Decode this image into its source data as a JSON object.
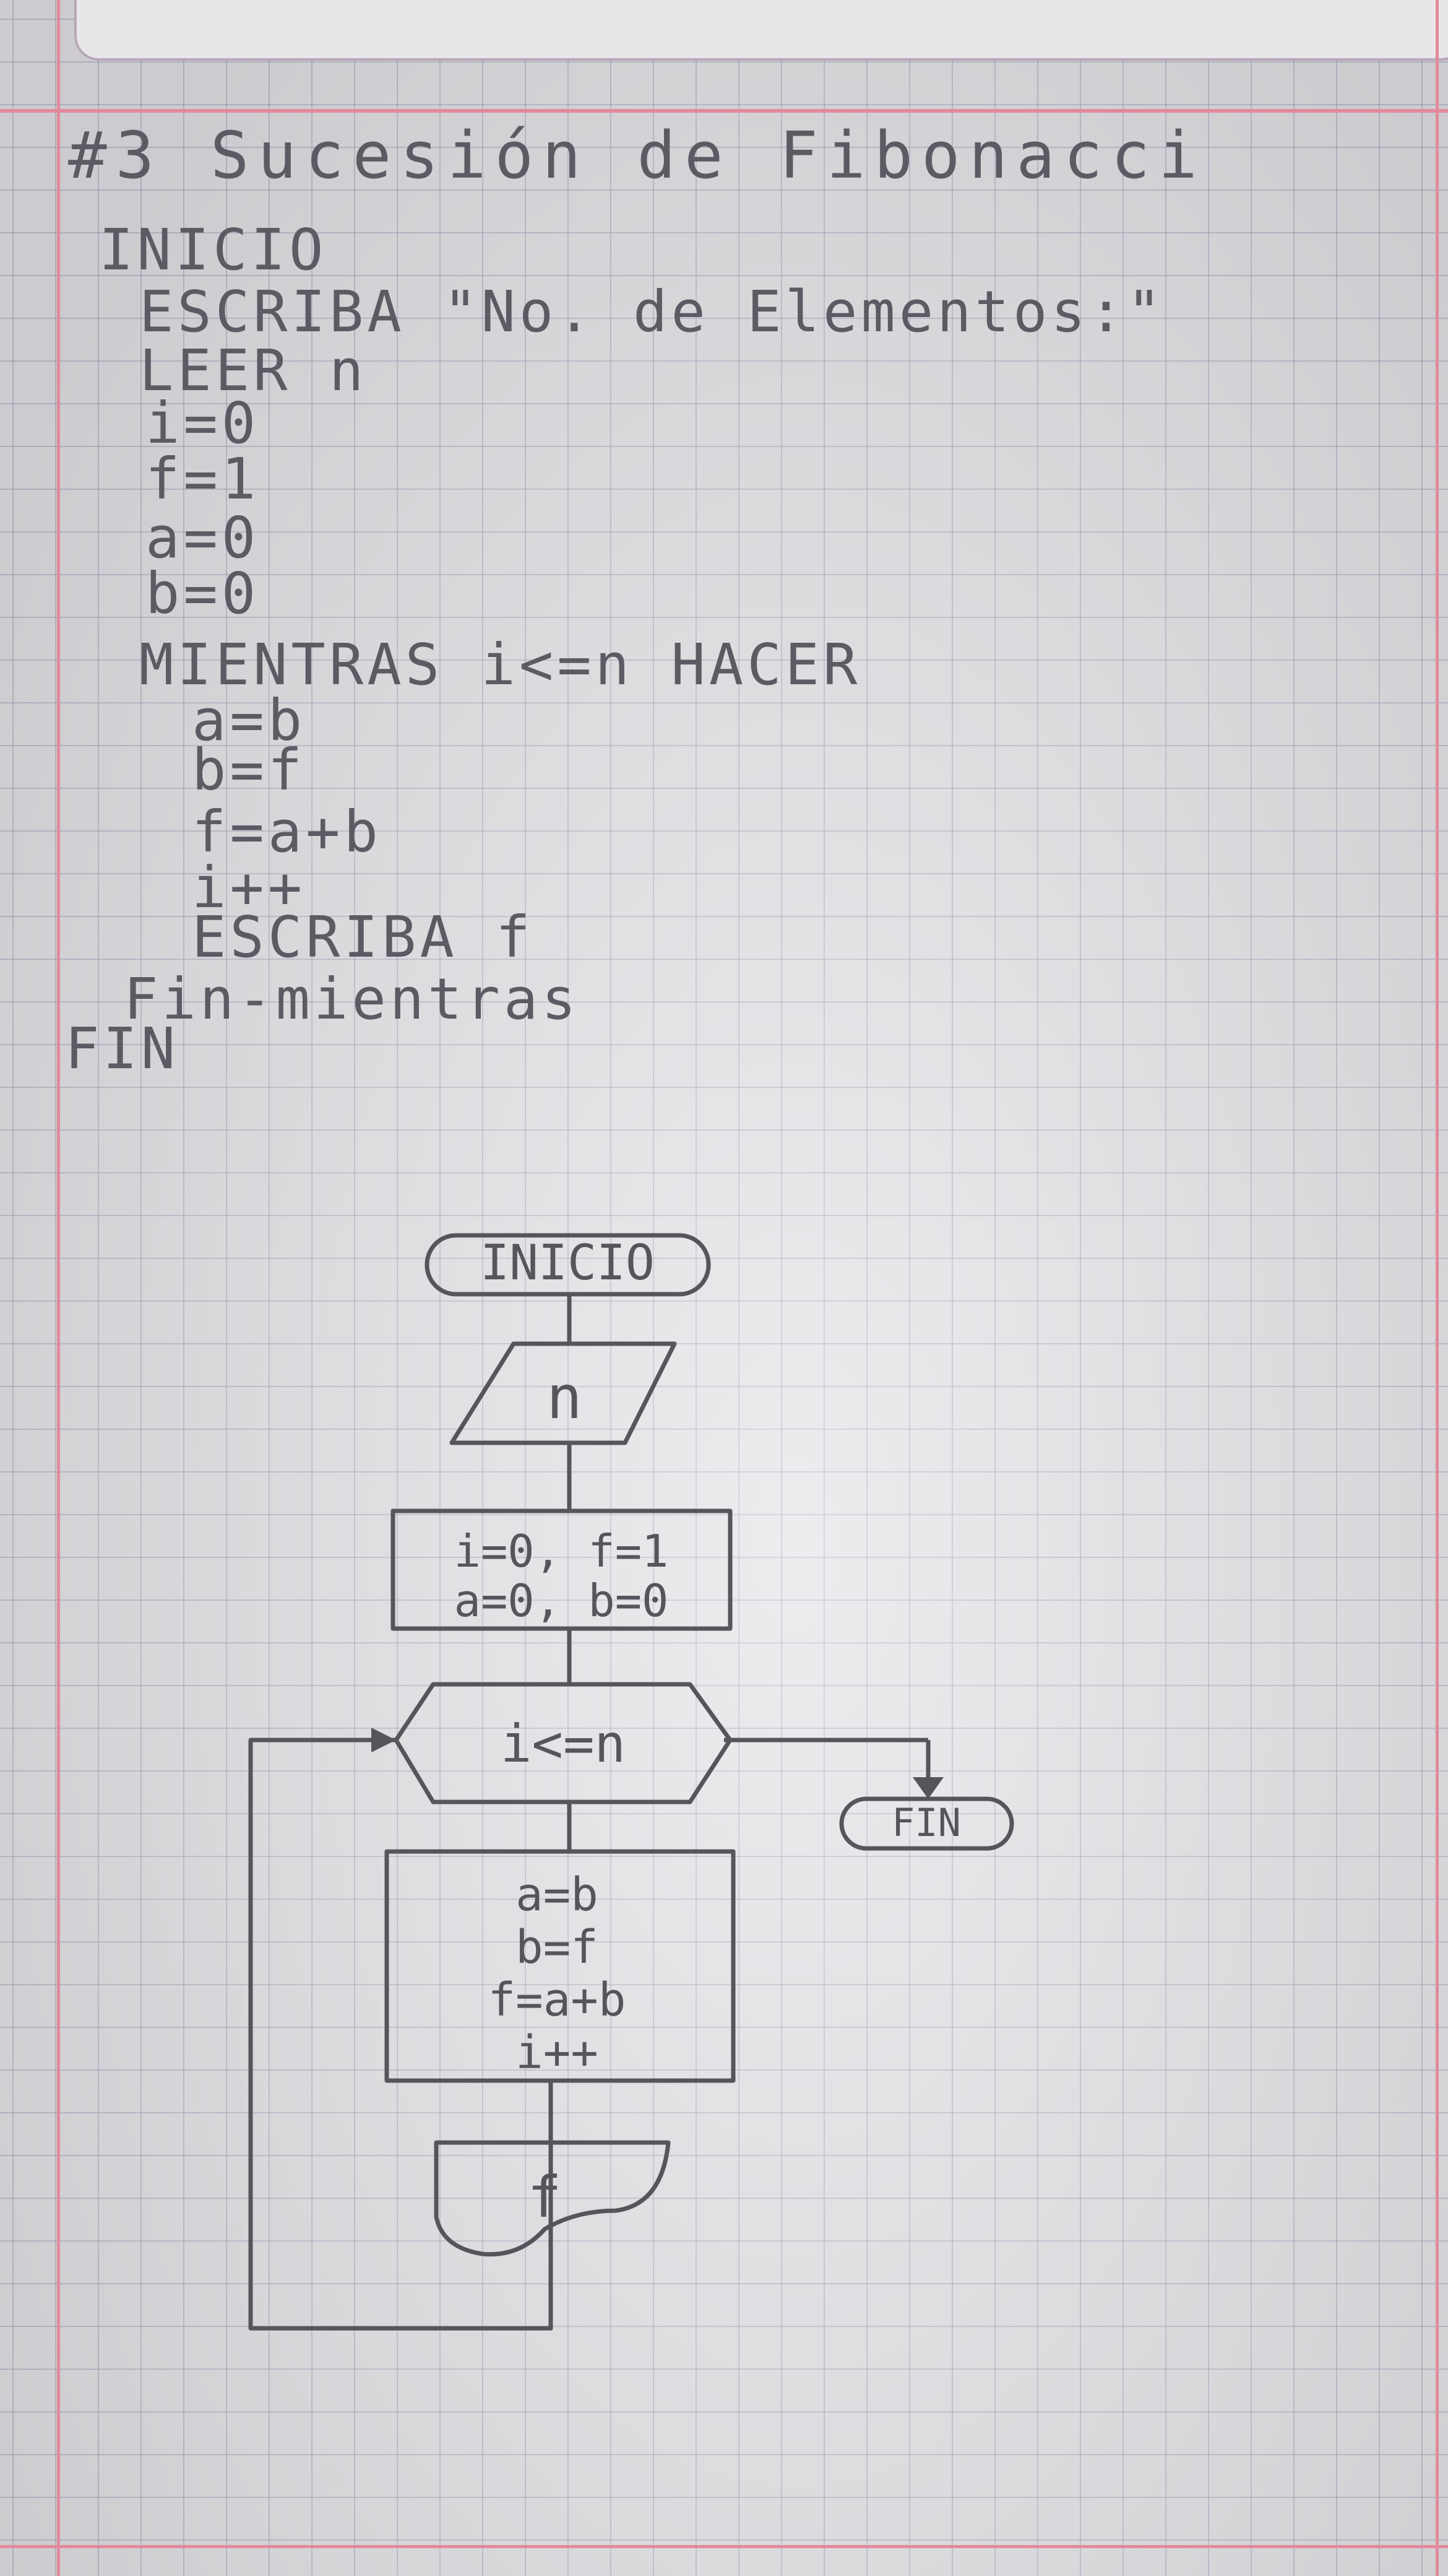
{
  "title": "#3 Sucesión de Fibonacci",
  "pseudocode": [
    "INICIO",
    "ESCRIBA \"No. de Elementos:\"",
    "LEER n",
    "i=0",
    "f=1",
    "a=0",
    "b=0",
    "MIENTRAS i<=n HACER",
    "a=b",
    "b=f",
    "f=a+b",
    "i++",
    "ESCRIBA f",
    "Fin-mientras",
    "FIN"
  ],
  "flowchart": {
    "start": "INICIO",
    "input": "n",
    "init_line1": "i=0, f=1",
    "init_line2": "a=0, b=0",
    "condition": "i<=n",
    "end": "FIN",
    "body": [
      "a=b",
      "b=f",
      "f=a+b",
      "i++"
    ],
    "output": "f"
  },
  "colors": {
    "ink": "#55555c",
    "grid": "#9aa6c0",
    "margin": "#e28a9c",
    "paper": "#e4e2e6"
  }
}
